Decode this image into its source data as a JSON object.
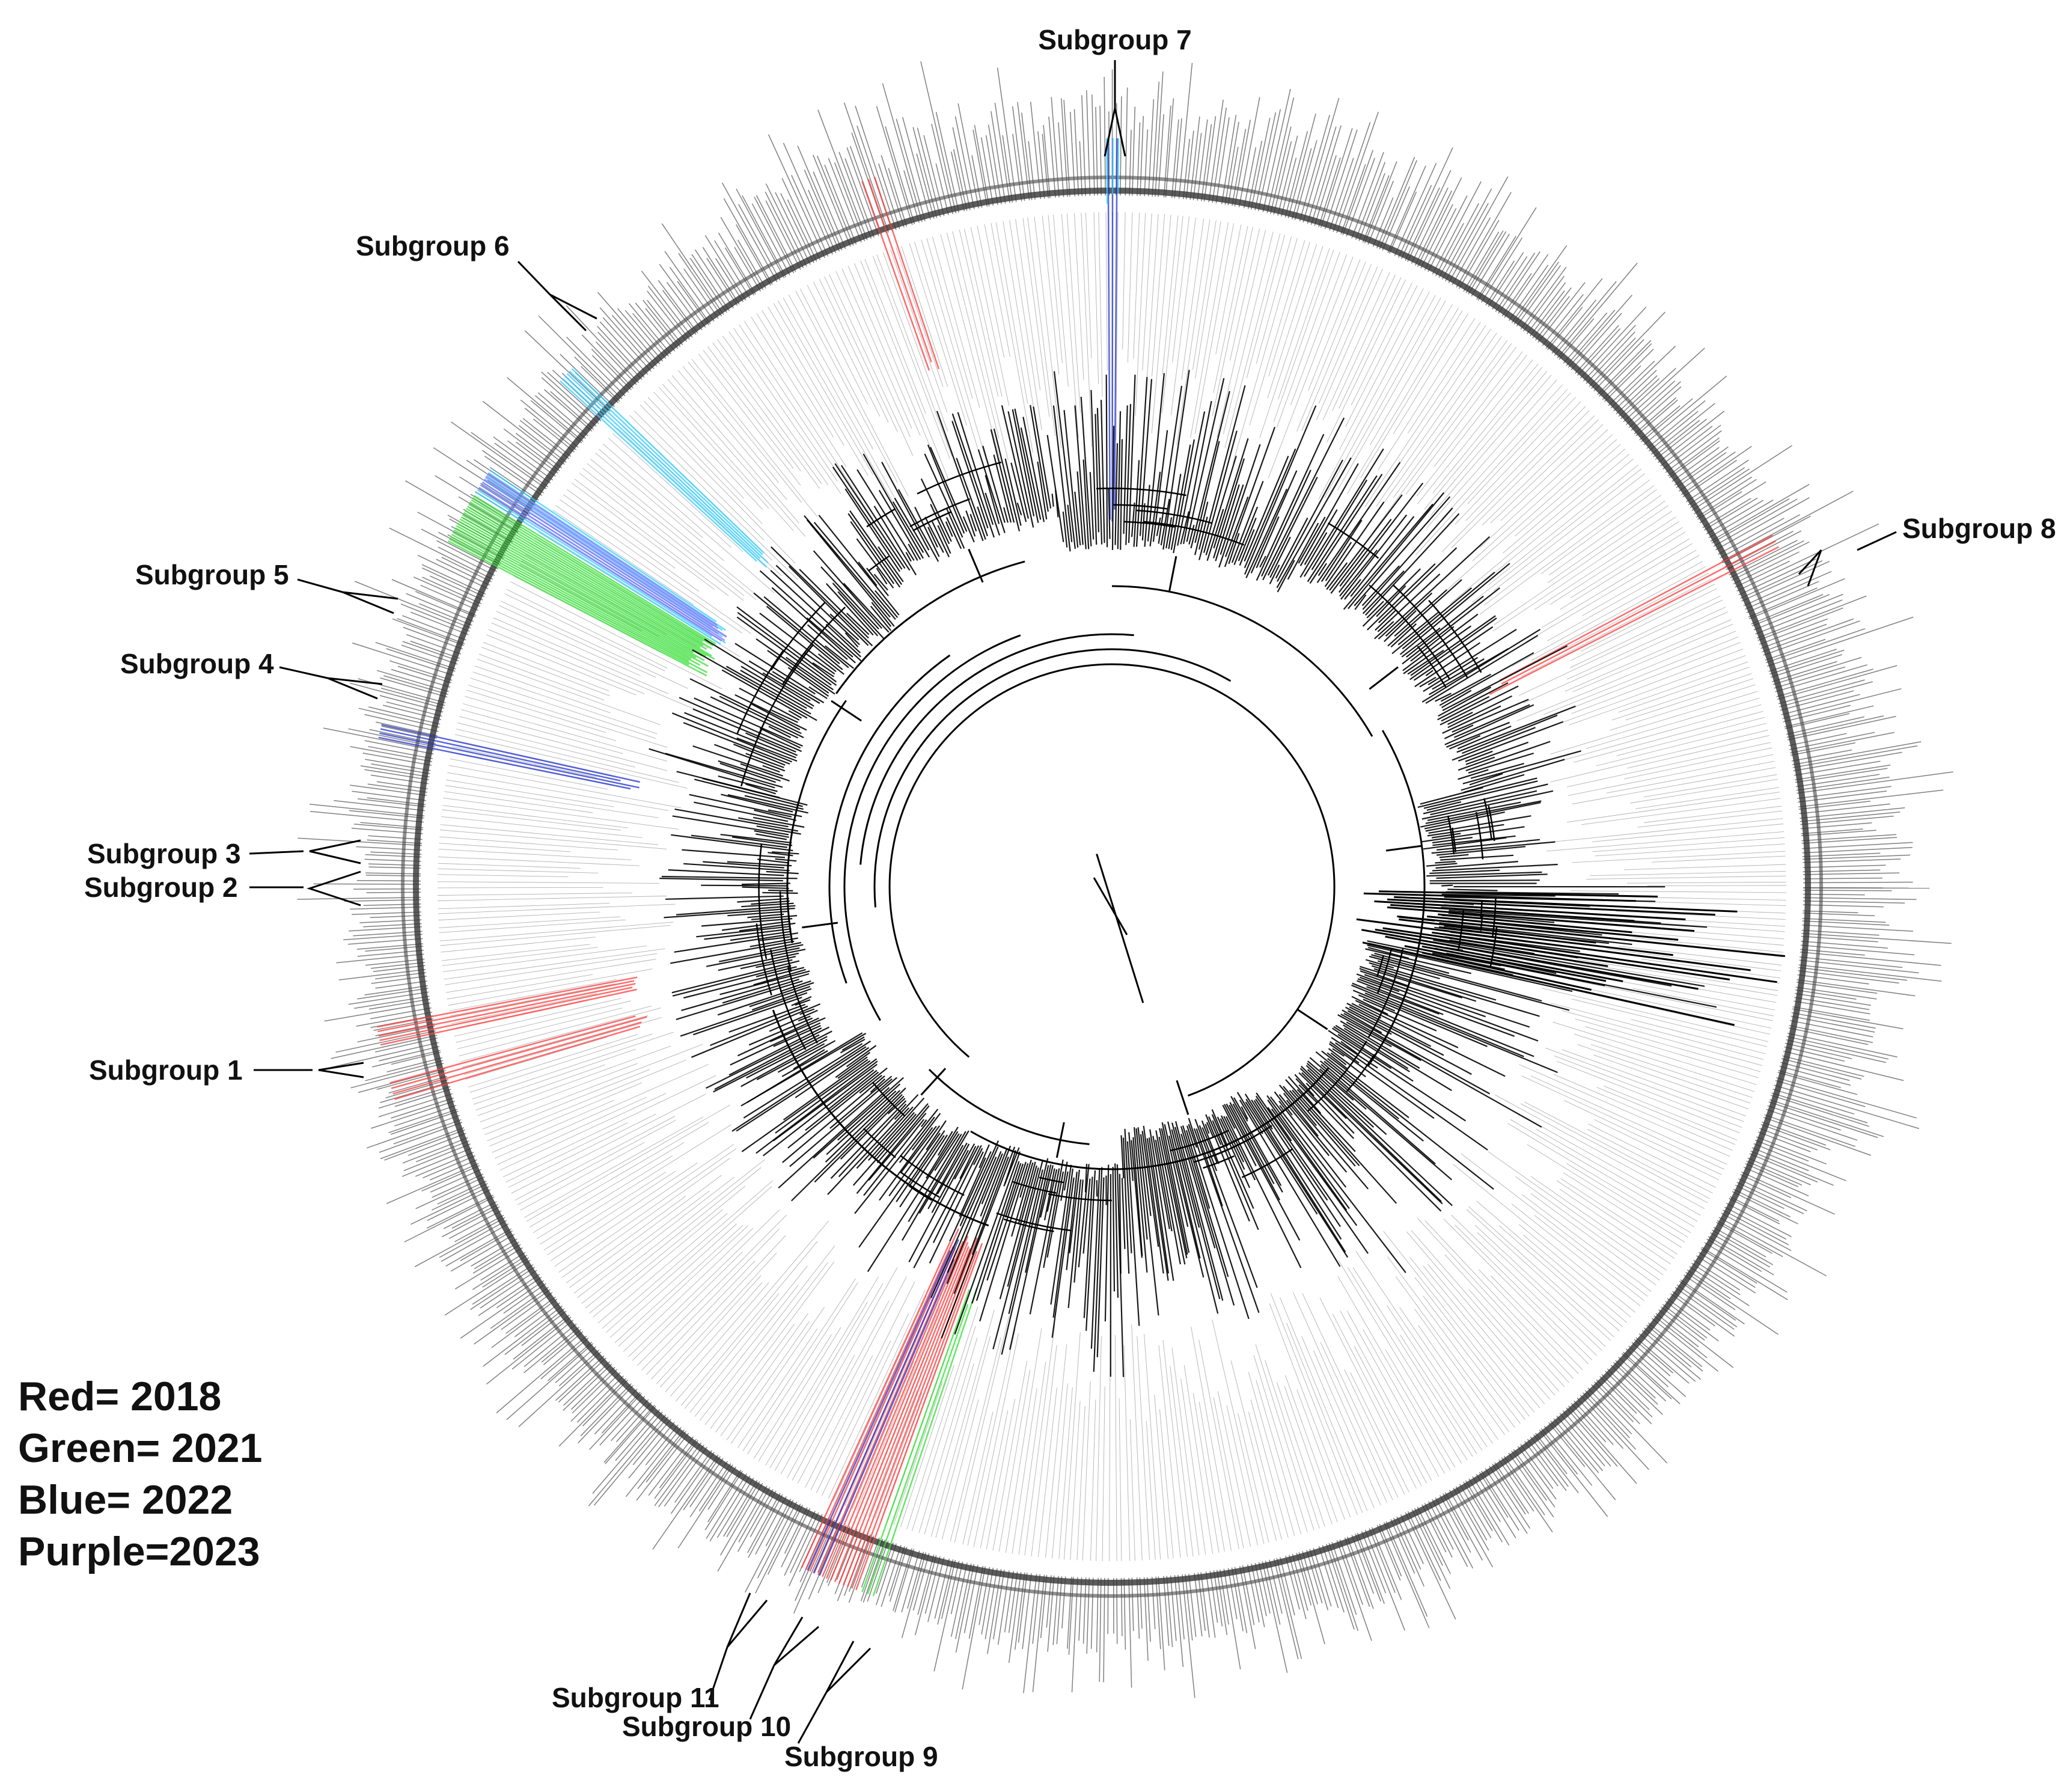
{
  "colors": {
    "red": "#ff3b3b",
    "green": "#33dd33",
    "blue": "#2233cc",
    "cyan": "#33ccff",
    "purple": "#9966ff",
    "branch": "#000000",
    "tip": "#555555"
  },
  "legend": [
    {
      "text": "Red= 2018",
      "color": "#ff3b3b"
    },
    {
      "text": "Green= 2021",
      "color": "#33dd33"
    },
    {
      "text": "Blue= 2022",
      "color": "#2233cc"
    },
    {
      "text": "Purple=2023",
      "color": "#9966ff"
    }
  ],
  "subgroups": [
    {
      "id": "sg1",
      "label": "Subgroup 1",
      "color": "#33ccff"
    },
    {
      "id": "sg2",
      "label": "Subgroup 2",
      "color": "#33ccff"
    },
    {
      "id": "sg3",
      "label": "Subgroup 3",
      "color": "#33dd33"
    },
    {
      "id": "sg4",
      "label": "Subgroup 4",
      "color": "#ff3b3b"
    },
    {
      "id": "sg5",
      "label": "Subgroup 5",
      "color": "#ff3b3b"
    },
    {
      "id": "sg6",
      "label": "Subgroup 6",
      "color": "#ff3b3b"
    },
    {
      "id": "sg7",
      "label": "Subgroup 7",
      "color": "#33ccff"
    },
    {
      "id": "sg8",
      "label": "Subgroup 8",
      "color": "#ff3b3b"
    },
    {
      "id": "sg9",
      "label": "Subgroup 9",
      "color": "#33dd33"
    },
    {
      "id": "sg10",
      "label": "Subgroup 10",
      "color": "#ff3b3b"
    },
    {
      "id": "sg11",
      "label": "Subgroup 11",
      "color": "#ff3b3b"
    }
  ]
}
